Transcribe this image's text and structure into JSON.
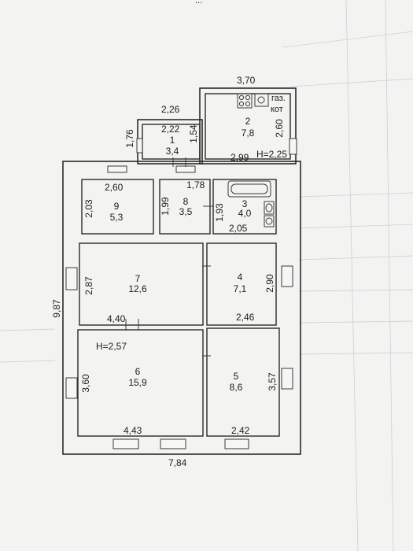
{
  "stamp_text": "...",
  "outer": {
    "total_width": "7,84",
    "total_height": "9,87"
  },
  "annex": {
    "width": "3,70",
    "height": "2,60",
    "bottom_width": "2,99",
    "ceiling": "H=2,25",
    "stove_label_top": "газ.",
    "stove_label_bottom": "кот"
  },
  "porch": {
    "width_outer": "2,26",
    "width_inner": "2,22",
    "height_outer": "1,76",
    "height_inner": "1,54"
  },
  "rooms": {
    "r1": {
      "num": "1",
      "area": "3,4"
    },
    "r2": {
      "num": "2",
      "area": "7,8"
    },
    "r3": {
      "num": "3",
      "area": "4,0",
      "height": "1,93",
      "width": "2,05"
    },
    "r4": {
      "num": "4",
      "area": "7,1",
      "height": "2,90",
      "width": "2,46"
    },
    "r5": {
      "num": "5",
      "area": "8,6",
      "height": "3,57",
      "width": "2,42"
    },
    "r6": {
      "num": "6",
      "area": "15,9",
      "height": "3,60",
      "width": "4,43",
      "ceiling": "H=2,57"
    },
    "r7": {
      "num": "7",
      "area": "12,6",
      "height": "2,87",
      "width": "4,40"
    },
    "r8": {
      "num": "8",
      "area": "3,5",
      "height": "1,99",
      "width": "1,78"
    },
    "r9": {
      "num": "9",
      "area": "5,3",
      "height": "2,03",
      "width": "2,60"
    }
  }
}
